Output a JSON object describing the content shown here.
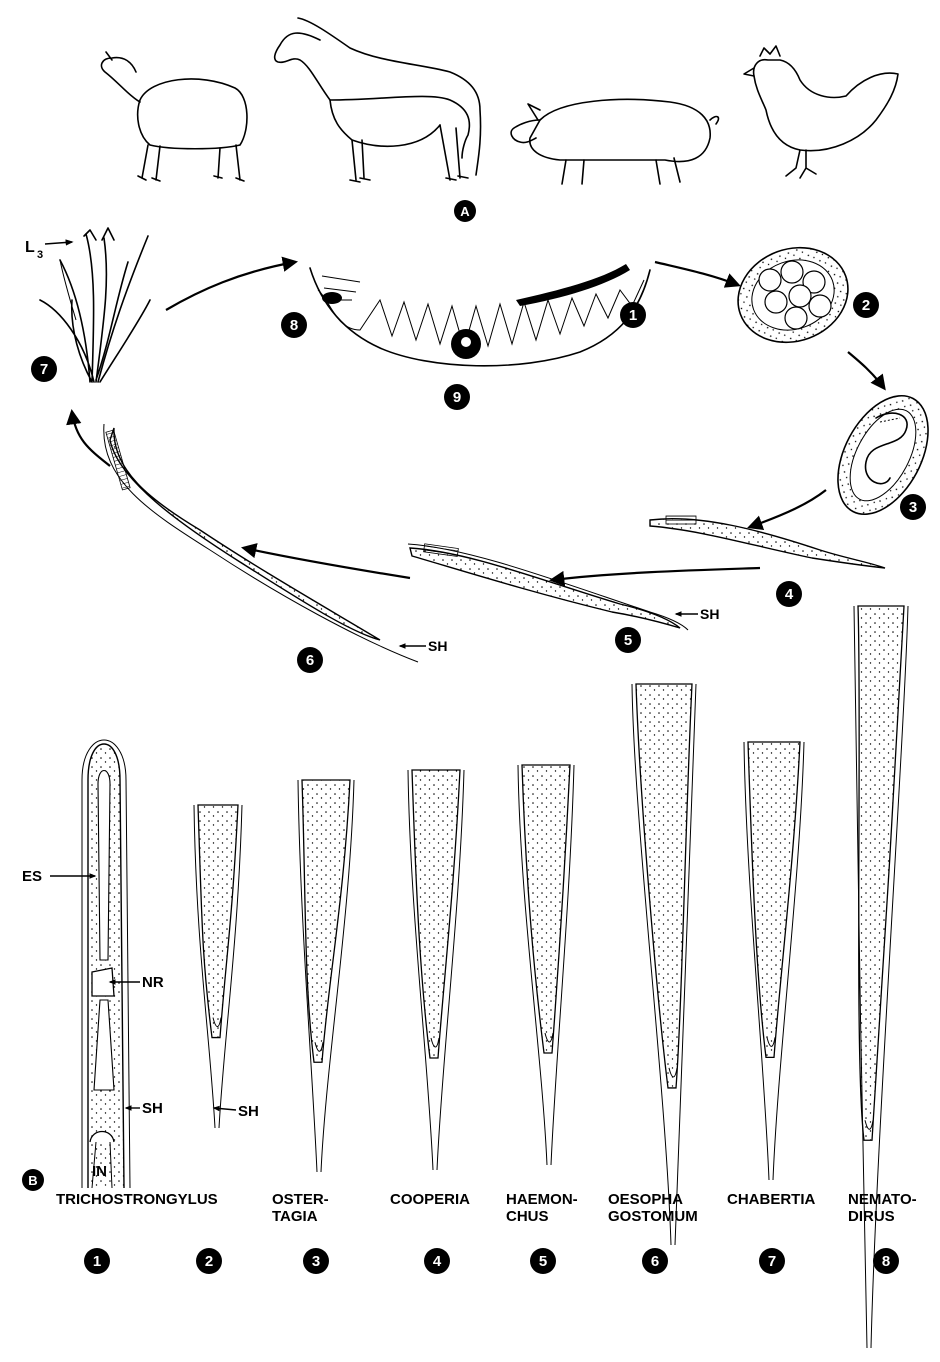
{
  "panel_a_label": "A",
  "panel_b_label": "B",
  "colors": {
    "ink": "#000000",
    "paper": "#ffffff"
  },
  "hosts": [
    {
      "name": "sheep-icon"
    },
    {
      "name": "horse-icon"
    },
    {
      "name": "pig-icon"
    },
    {
      "name": "chicken-icon"
    }
  ],
  "life_cycle": {
    "stage_labels": [
      "1",
      "2",
      "3",
      "4",
      "5",
      "6",
      "7",
      "8",
      "9"
    ],
    "l3_label": "L",
    "l3_subscript": "3",
    "sheath_label": "SH"
  },
  "larva_anatomy": {
    "es": "ES",
    "nr": "NR",
    "sh": "SH",
    "in": "IN"
  },
  "genera": [
    {
      "num": "1",
      "name": [
        "TRICHOSTRONGYLUS"
      ]
    },
    {
      "num": "2",
      "name": [
        ""
      ]
    },
    {
      "num": "3",
      "name": [
        "OSTER-",
        "TAGIA"
      ]
    },
    {
      "num": "4",
      "name": [
        "COOPERIA"
      ]
    },
    {
      "num": "5",
      "name": [
        "HAEMON-",
        "CHUS"
      ]
    },
    {
      "num": "6",
      "name": [
        "OESOPHA",
        "GOSTOMUM"
      ]
    },
    {
      "num": "7",
      "name": [
        "CHABERTIA"
      ]
    },
    {
      "num": "8",
      "name": [
        "NEMATO-",
        "DIRUS"
      ]
    }
  ]
}
